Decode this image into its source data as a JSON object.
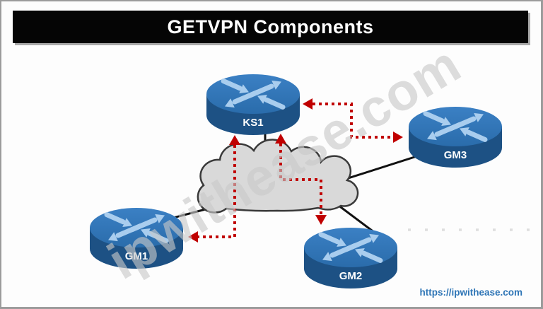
{
  "header": {
    "title": "GETVPN Components"
  },
  "watermark": {
    "text": "ipwithease.com"
  },
  "footer": {
    "url": "https://ipwithease.com"
  },
  "diagram": {
    "routers": [
      {
        "label": "KS1"
      },
      {
        "label": "GM1"
      },
      {
        "label": "GM2"
      },
      {
        "label": "GM3"
      }
    ],
    "cloud": {
      "shape": "cloud"
    },
    "solid_links": [
      {
        "from": "KS1",
        "to": "cloud"
      },
      {
        "from": "GM1",
        "to": "cloud"
      },
      {
        "from": "GM2",
        "to": "cloud"
      },
      {
        "from": "GM3",
        "to": "cloud"
      }
    ],
    "dotted_arrows": [
      {
        "between": [
          "KS1",
          "GM1"
        ],
        "style": "red-dotted",
        "bidirectional": true
      },
      {
        "between": [
          "KS1",
          "GM2"
        ],
        "style": "red-dotted",
        "bidirectional": true
      },
      {
        "between": [
          "KS1",
          "GM3"
        ],
        "style": "red-dotted",
        "bidirectional": true
      }
    ],
    "colors": {
      "router_top": "#2e74b5",
      "router_side": "#1d5184",
      "router_icon_arrows": "#a9cdee",
      "cloud_fill": "#d9d9d9",
      "cloud_outline": "#3a3a3a",
      "dotted_arrow": "#c00000",
      "solid_link": "#111111",
      "link_text": "#2e75b6",
      "title_bar": "#000000"
    }
  }
}
